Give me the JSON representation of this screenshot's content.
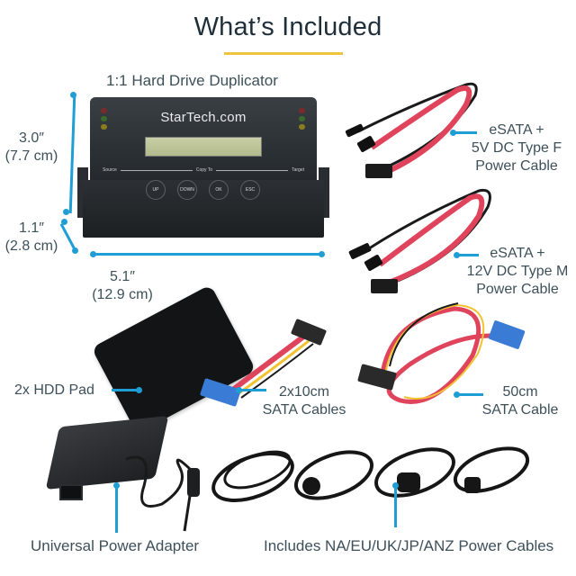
{
  "header": {
    "title": "What’s Included",
    "accent_color": "#eec53c"
  },
  "duplicator": {
    "label": "1:1 Hard Drive Duplicator",
    "brand": "StarTech.com",
    "flow": {
      "source": "Source",
      "copy_to": "Copy To",
      "target": "Target"
    },
    "buttons": [
      "UP",
      "DOWN",
      "OK",
      "ESC"
    ],
    "dimensions": {
      "height": {
        "in": "3.0″",
        "cm": "(7.7 cm)"
      },
      "depth": {
        "in": "1.1″",
        "cm": "(2.8 cm)"
      },
      "width": {
        "in": "5.1″",
        "cm": "(12.9 cm)"
      }
    }
  },
  "items": {
    "esata_5v": {
      "line1": "eSATA +",
      "line2": "5V DC Type F",
      "line3": "Power Cable"
    },
    "esata_12v": {
      "line1": "eSATA +",
      "line2": "12V DC Type M",
      "line3": "Power Cable"
    },
    "hdd_pad": {
      "label": "2x HDD Pad"
    },
    "sata_short": {
      "line1": "2x10cm",
      "line2": "SATA Cables"
    },
    "sata_long": {
      "line1": "50cm",
      "line2": "SATA Cable"
    },
    "power_adapter": {
      "label": "Universal Power Adapter"
    },
    "power_cables": {
      "label": "Includes NA/EU/UK/JP/ANZ Power Cables"
    }
  },
  "colors": {
    "callout_blue": "#1f9ed6",
    "text": "#3d5059",
    "title": "#1f2f3a"
  }
}
